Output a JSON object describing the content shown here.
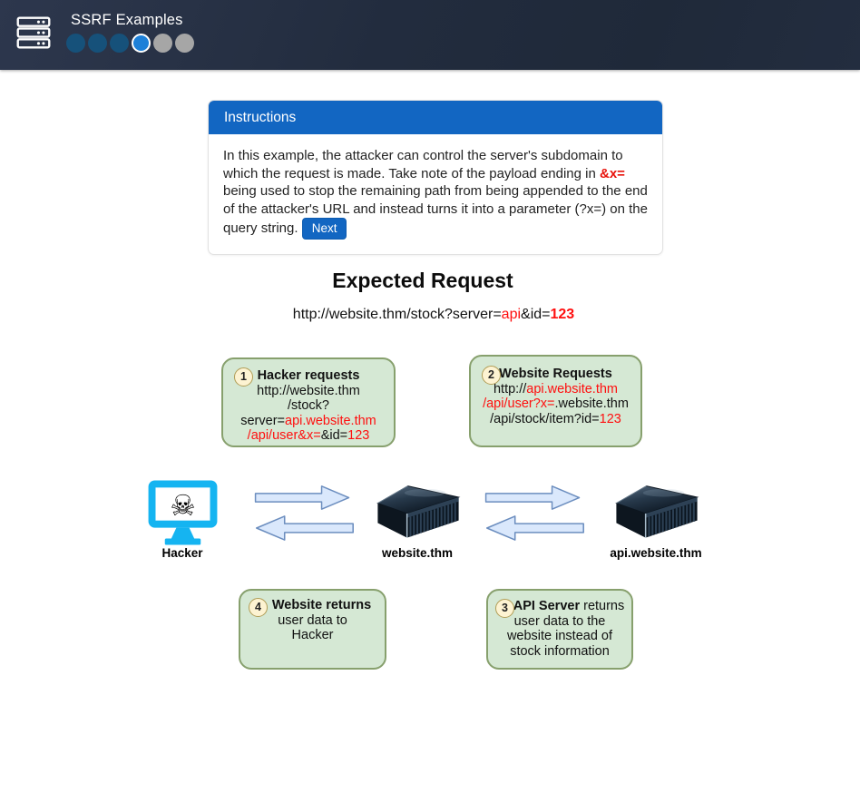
{
  "header": {
    "title": "SSRF Examples",
    "icon": "server-stack-icon",
    "progress_dots": {
      "total": 6,
      "active_index": 3,
      "completed_color": "#16517a",
      "active_color": "#1d80d8",
      "upcoming_color": "#a6a6a6"
    }
  },
  "instructions": {
    "title": "Instructions",
    "body_part1": "In this example, the attacker can control the server's subdomain to which the request is made. Take note of the payload ending in ",
    "payload_highlight": "&x=",
    "body_part2": " being used to stop the remaining path from being appended to the end of the attacker's URL and instead turns it into a parameter (?x=) on the query string. ",
    "next_button": "Next"
  },
  "diagram": {
    "title": "Expected Request",
    "request_url": {
      "part1": "http://website.thm/stock?server=",
      "highlight1": "api",
      "part2": "&id=",
      "highlight2": "123"
    },
    "steps": {
      "step1": {
        "number": "1",
        "title": "Hacker requests",
        "line2": "http://website.thm",
        "line3_plain": "/stock?server=",
        "line3_red": "api.website.thm",
        "line4_red": "/api/user&x=",
        "line4_plain": "&id=",
        "line4_red2": "123"
      },
      "step2": {
        "number": "2",
        "title": "Website Requests",
        "line2_plain": "http://",
        "line2_red": "api.website.thm",
        "line3_red": "/api/user?x=",
        "line3_plain": ".website.thm",
        "line4_plain": "/api/stock/item?id=",
        "line4_red": "123"
      },
      "step3": {
        "number": "3",
        "title_bold": "API Server",
        "title_rest": " returns",
        "line2": "user data to the",
        "line3": "website instead of",
        "line4": "stock information"
      },
      "step4": {
        "number": "4",
        "title_bold": "Website returns",
        "line2": "user data to",
        "line3": "Hacker"
      }
    },
    "nodes": {
      "hacker_label": "Hacker",
      "web_server_label": "website.thm",
      "api_server_label": "api.website.thm"
    }
  },
  "colors": {
    "header_bg": "#232d3f",
    "accent_blue": "#1266c2",
    "instructions_red": "#e8130c",
    "diagram_red": "#ff0f0f",
    "box_fill": "#d5e8d4",
    "box_border": "#87a06d",
    "circle_fill": "#fdf3d2",
    "circle_border": "#b09c55",
    "arrow_fill": "#dae8fc",
    "arrow_border": "#6c8ebf",
    "monitor_blue": "#15b4f1"
  }
}
